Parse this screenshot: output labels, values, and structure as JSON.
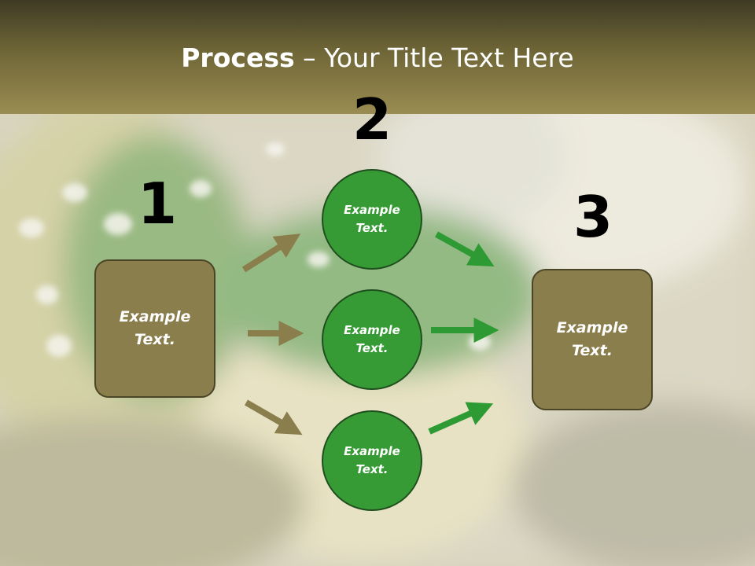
{
  "slide": {
    "title_bold": "Process",
    "title_rest": " – Your Title Text Here"
  },
  "steps": [
    {
      "number": "1"
    },
    {
      "number": "2"
    },
    {
      "number": "3"
    }
  ],
  "left_box": {
    "line1": "Example",
    "line2": "Text."
  },
  "right_box": {
    "line1": "Example",
    "line2": "Text."
  },
  "circles": [
    {
      "line1": "Example",
      "line2": "Text."
    },
    {
      "line1": "Example",
      "line2": "Text."
    },
    {
      "line1": "Example",
      "line2": "Text."
    }
  ],
  "colors": {
    "box_fill": "#8a7e4c",
    "circle_fill": "#379b35",
    "arrow_in": "#8a7e4c",
    "arrow_out": "#2e9a33"
  }
}
